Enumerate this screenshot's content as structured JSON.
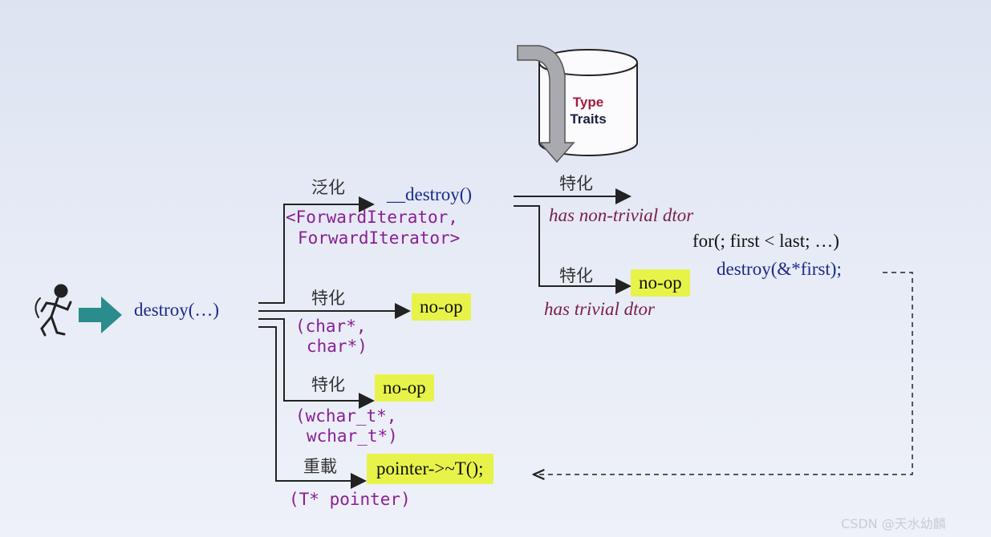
{
  "entry": {
    "label": "destroy(…)"
  },
  "generic": {
    "tag": "泛化",
    "func": "__destroy()",
    "params_line1": "<ForwardIterator,",
    "params_line2": "ForwardIterator>"
  },
  "traits": {
    "line1": "Type",
    "line2": "Traits"
  },
  "nontrivial": {
    "tag": "特化",
    "label": "has non-trivial dtor",
    "code_line1": "for(; first < last; …)",
    "code_line2": "destroy(&*first);"
  },
  "trivial": {
    "tag": "特化",
    "result": "no-op",
    "label": "has trivial dtor"
  },
  "char_spec": {
    "tag": "特化",
    "result": "no-op",
    "params_line1": "(char*,",
    "params_line2": "char*)"
  },
  "wchar_spec": {
    "tag": "特化",
    "result": "no-op",
    "params_line1": "(wchar_t*,",
    "params_line2": "wchar_t*)"
  },
  "overload": {
    "tag": "重載",
    "result": "pointer->~T();",
    "params": "(T* pointer)"
  },
  "watermark": "CSDN @天水幼麟",
  "colors": {
    "teal_arrow": "#2b8c8c",
    "highlight": "#e8f34a",
    "func_text": "#1c2a8c",
    "param_text": "#8a1f95"
  }
}
